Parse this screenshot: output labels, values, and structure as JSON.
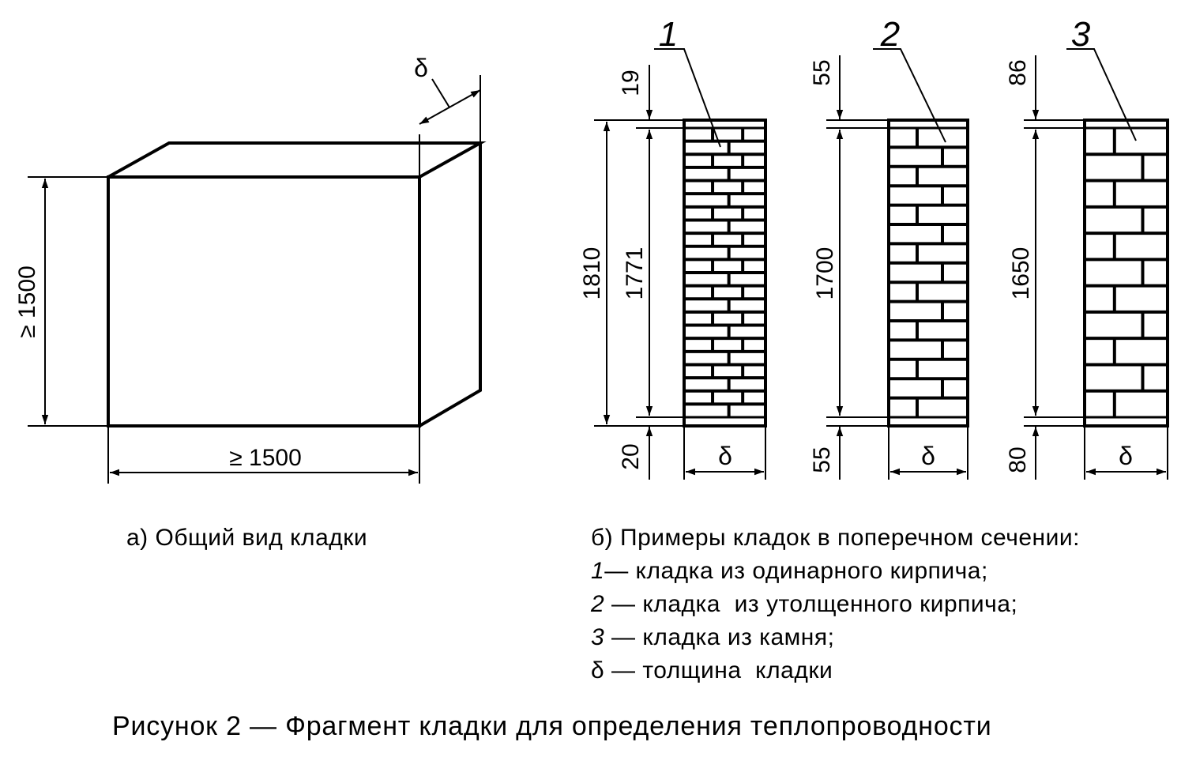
{
  "panel_a": {
    "height_dim": "≥ 1500",
    "width_dim": "≥ 1500",
    "thickness_symbol": "δ",
    "caption": "а) Общий вид кладки"
  },
  "panel_b": {
    "sections": [
      {
        "id": "1",
        "type": "single-brick",
        "top_joint": "19",
        "overall_height": "1810",
        "inner_height": "1771",
        "bottom_joint": "20",
        "thickness_symbol": "δ"
      },
      {
        "id": "2",
        "type": "thickened-brick",
        "top_joint": "55",
        "inner_height": "1700",
        "bottom_joint": "55",
        "thickness_symbol": "δ"
      },
      {
        "id": "3",
        "type": "stone",
        "top_joint": "86",
        "inner_height": "1650",
        "bottom_joint": "80",
        "thickness_symbol": "δ"
      }
    ],
    "caption_title": "б) Примеры кладок в поперечном сечении:",
    "legend": [
      {
        "key": "1",
        "text": "— кладка из одинарного кирпича;"
      },
      {
        "key": "2",
        "text": " — кладка  из утолщенного кирпича;"
      },
      {
        "key": "3",
        "text": " — кладка из камня;"
      },
      {
        "key": "δ",
        "text": " — толщина  кладки"
      }
    ]
  },
  "figure_title": "Рисунок 2 — Фрагмент кладки для определения теплопроводности"
}
